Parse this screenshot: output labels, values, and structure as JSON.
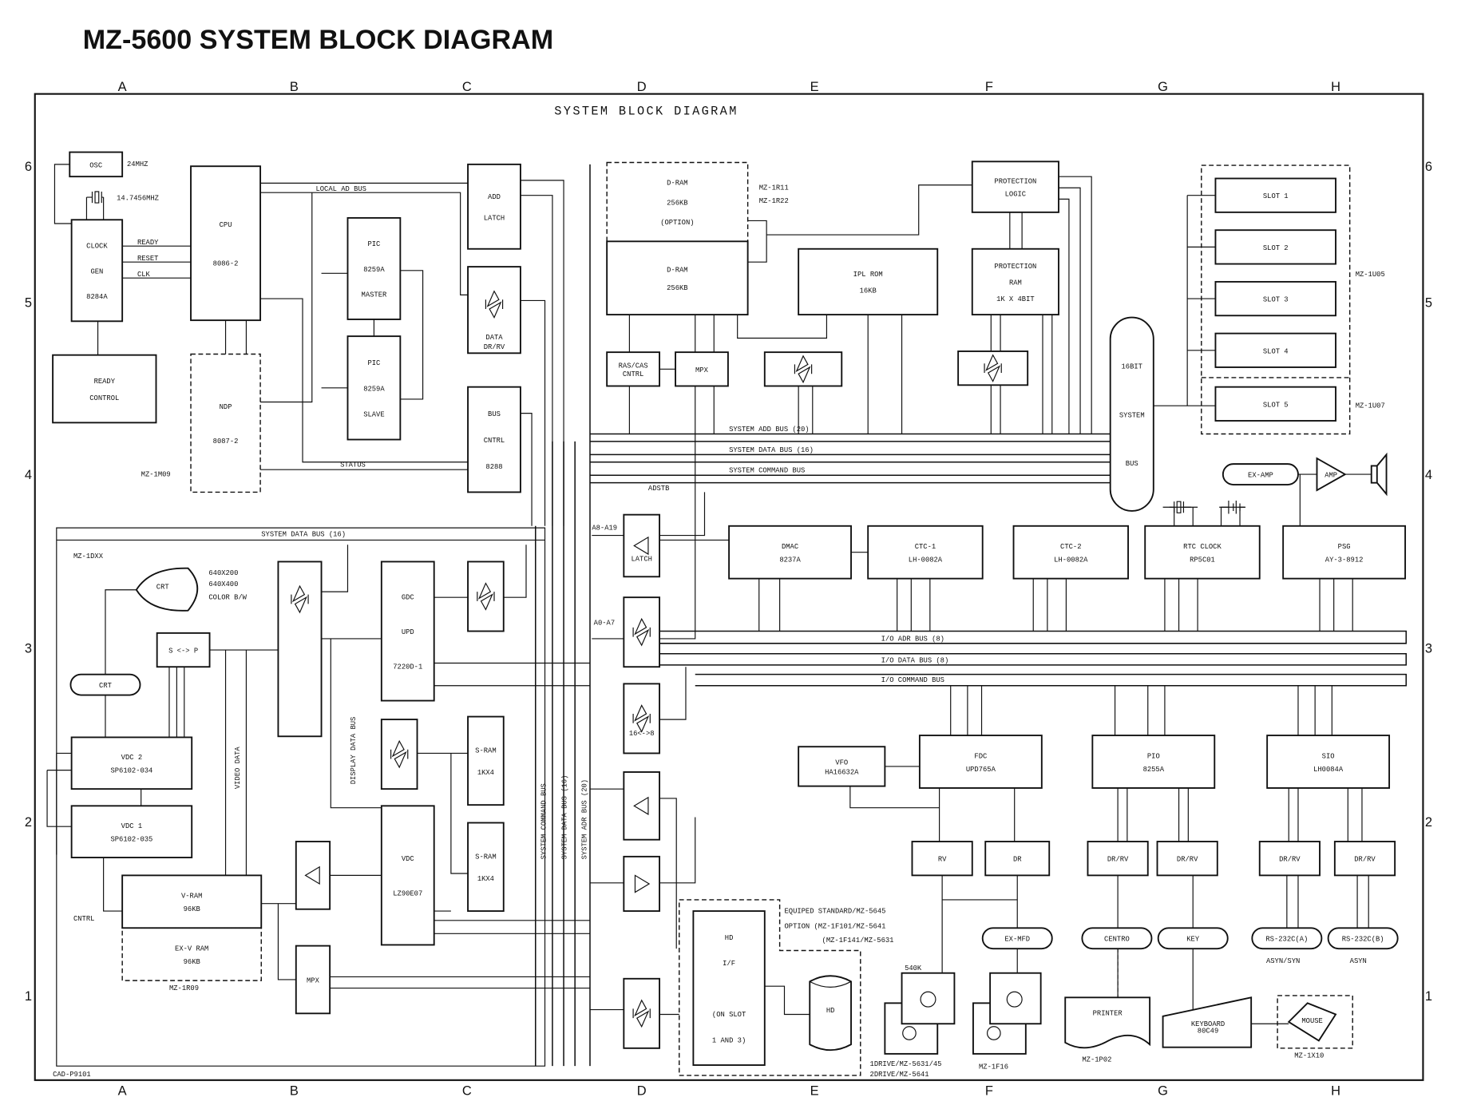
{
  "title": "MZ-5600 SYSTEM BLOCK DIAGRAM",
  "sheet_header": "SYSTEM BLOCK DIAGRAM",
  "drawing_number": "CAD-P9101",
  "columns": [
    "A",
    "B",
    "C",
    "D",
    "E",
    "F",
    "G",
    "H"
  ],
  "rows": [
    "6",
    "5",
    "4",
    "3",
    "2",
    "1"
  ],
  "blocks": {
    "osc": [
      "OSC"
    ],
    "clock_gen": [
      "CLOCK",
      "GEN",
      "8284A"
    ],
    "ready_control": [
      "READY",
      "CONTROL"
    ],
    "cpu": [
      "CPU",
      "8086-2"
    ],
    "ndp": [
      "NDP",
      "8087-2"
    ],
    "pic_master": [
      "PIC",
      "8259A",
      "MASTER"
    ],
    "pic_slave": [
      "PIC",
      "8259A",
      "SLAVE"
    ],
    "add_latch": [
      "ADD",
      "LATCH"
    ],
    "data_drrv": [
      "",
      "DATA",
      "DR/RV"
    ],
    "bus_cntrl": [
      "BUS",
      "CNTRL",
      "8288"
    ],
    "dram_option": [
      "D-RAM",
      "256KB",
      "(OPTION)"
    ],
    "dram": [
      "D-RAM",
      "256KB"
    ],
    "ras_cas": [
      "RAS/CAS",
      "CNTRL"
    ],
    "mpx_mem": [
      "MPX"
    ],
    "ipl_rom": [
      "IPL ROM",
      "16KB"
    ],
    "protection_logic": [
      "PROTECTION",
      "LOGIC"
    ],
    "protection_ram": [
      "PROTECTION",
      "RAM",
      "1K X 4BIT"
    ],
    "slot1": [
      "SLOT 1"
    ],
    "slot2": [
      "SLOT 2"
    ],
    "slot3": [
      "SLOT 3"
    ],
    "slot4": [
      "SLOT 4"
    ],
    "slot5": [
      "SLOT 5"
    ],
    "system_bus": [
      "16BIT",
      "SYSTEM",
      "BUS"
    ],
    "ex_amp": [
      "EX-AMP"
    ],
    "amp": [
      "AMP"
    ],
    "s_p": [
      "S <-> P"
    ],
    "crt_monitor": [
      "CRT"
    ],
    "crt_conn": [
      "CRT"
    ],
    "vdc2": [
      "VDC 2",
      "SP6102-034"
    ],
    "vdc1": [
      "VDC 1",
      "SP6102-035"
    ],
    "vram": [
      "V-RAM",
      "96KB"
    ],
    "ex_vram": [
      "EX-V RAM",
      "96KB"
    ],
    "gdc": [
      "GDC",
      "UPD",
      "7220D-1"
    ],
    "sram1": [
      "S-RAM",
      "1KX4"
    ],
    "sram2": [
      "S-RAM",
      "1KX4"
    ],
    "vdc": [
      "VDC",
      "LZ90E07"
    ],
    "mpx_video": [
      "MPX"
    ],
    "latch_d": [
      "LATCH"
    ],
    "buf_16_8": [
      "16<->8"
    ],
    "dmac": [
      "DMAC",
      "8237A"
    ],
    "ctc1": [
      "CTC-1",
      "LH-0082A"
    ],
    "ctc2": [
      "CTC-2",
      "LH-0082A"
    ],
    "rtc": [
      "RTC CLOCK",
      "RP5C01"
    ],
    "psg": [
      "PSG",
      "AY-3-8912"
    ],
    "vfo": [
      "VFO",
      "HA16632A"
    ],
    "fdc": [
      "FDC",
      "UPD765A"
    ],
    "pio": [
      "PIO",
      "8255A"
    ],
    "sio": [
      "SIO",
      "LH0084A"
    ],
    "rv": [
      "RV"
    ],
    "dr": [
      "DR"
    ],
    "drrv_pio1": [
      "DR/RV"
    ],
    "drrv_pio2": [
      "DR/RV"
    ],
    "drrv_sio1": [
      "DR/RV"
    ],
    "drrv_sio2": [
      "DR/RV"
    ],
    "ex_mfd": [
      "EX-MFD"
    ],
    "centro": [
      "CENTRO"
    ],
    "key": [
      "KEY"
    ],
    "rs232a": [
      "RS-232C(A)"
    ],
    "rs232b": [
      "RS-232C(B)"
    ],
    "hd_if": [
      "HD",
      "I/F",
      "",
      "(ON SLOT",
      "1 AND 3)"
    ],
    "hd": [
      "HD"
    ],
    "printer": [
      "PRINTER"
    ],
    "keyboard": [
      "KEYBOARD",
      "80C49"
    ],
    "mouse": [
      "MOUSE"
    ]
  },
  "labels": {
    "osc_freq": "24MHZ",
    "crystal_freq": "14.7456MHZ",
    "ready": "READY",
    "reset": "RESET",
    "clk": "CLK",
    "local_ad_bus": "LOCAL AD BUS",
    "status": "STATUS",
    "mz_1m09": "MZ-1M09",
    "mz_1r11": "MZ-1R11",
    "mz_1r22": "MZ-1R22",
    "mz_1u05": "MZ-1U05",
    "mz_1u07": "MZ-1U07",
    "system_add_bus": "SYSTEM ADD BUS (20)",
    "system_data_bus": "SYSTEM DATA BUS (16)",
    "system_command_bus": "SYSTEM COMMAND BUS",
    "system_data_bus_video": "SYSTEM DATA BUS (16)",
    "mz_1dxx": "MZ-1DXX",
    "crt_res1": "640X200",
    "crt_res2": "640X400",
    "crt_color": "COLOR B/W",
    "cntrl": "CNTRL",
    "mz_1r09": "MZ-1R09",
    "video_data": "VIDEO DATA",
    "display_data_bus": "DISPLAY DATA BUS",
    "v_system_command_bus": "SYSTEM COMMAND BUS",
    "v_system_data_bus": "SYSTEM DATA BUS (16)",
    "v_system_adr_bus": "SYSTEM ADR BUS (20)",
    "adstb": "ADSTB",
    "ar_a19": "A8-A19",
    "a0_a7": "A0-A7",
    "io_adr_bus": "I/O ADR BUS (8)",
    "io_data_bus": "I/O DATA BUS (8)",
    "io_command_bus": "I/O COMMAND BUS",
    "asyn_syn": "ASYN/SYN",
    "asyn": "ASYN",
    "hd_note1": "EQUIPED STANDARD/MZ-5645",
    "hd_note2": "OPTION (MZ-1F101/MZ-5641",
    "hd_note3": "(MZ-1F141/MZ-5631",
    "fd_540k": "540K",
    "fd_note1": "1DRIVE/MZ-5631/45",
    "fd_note2": "2DRIVE/MZ-5641",
    "mz_1f16": "MZ-1F16",
    "mz_1p02": "MZ-1P02",
    "mz_1x10": "MZ-1X10"
  }
}
